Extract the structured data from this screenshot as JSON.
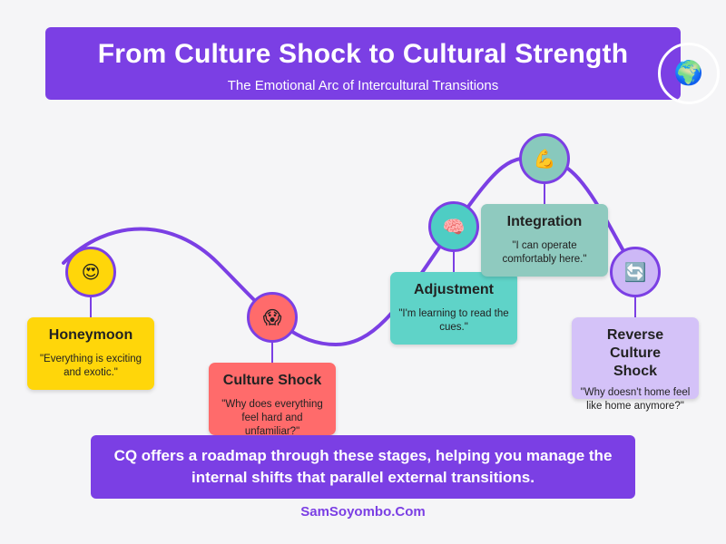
{
  "header": {
    "title": "From Culture Shock to Cultural Strength",
    "subtitle": "The Emotional Arc of Intercultural Transitions",
    "badge_icon": "globe-icon",
    "badge_glyph": "🌍"
  },
  "stages": [
    {
      "id": "honeymoon",
      "name": "Honeymoon",
      "quote": "\"Everything is exciting and exotic.\"",
      "icon": "smiling-heart-eyes-icon",
      "glyph": "😍",
      "node_color": "#ffd60a",
      "card_color": "#ffd60a"
    },
    {
      "id": "culture-shock",
      "name": "Culture Shock",
      "quote": "\"Why does everything feel hard and unfamiliar?\"",
      "icon": "shocked-face-icon",
      "glyph": "😱",
      "node_color": "#ff6b6b",
      "card_color": "#ff6b6b"
    },
    {
      "id": "adjustment",
      "name": "Adjustment",
      "quote": "\"I'm learning to read the cues.\"",
      "icon": "brain-icon",
      "glyph": "🧠",
      "node_color": "#4ecdc4",
      "card_color": "#5fd3c8"
    },
    {
      "id": "integration",
      "name": "Integration",
      "quote": "\"I can operate comfortably here.\"",
      "icon": "flexed-biceps-icon",
      "glyph": "💪",
      "node_color": "#88c9bd",
      "card_color": "#8fcabf"
    },
    {
      "id": "reverse-culture-shock",
      "name": "Reverse Culture Shock",
      "quote": "\"Why doesn't home feel like home anymore?\"",
      "icon": "shuffle-arrows-icon",
      "glyph": "🔄",
      "node_color": "#cdb8f6",
      "card_color": "#d4c2f8"
    }
  ],
  "footer": {
    "message": "CQ offers a roadmap through these stages, helping you manage the internal shifts that parallel external transitions.",
    "site": "SamSoyombo.Com"
  },
  "colors": {
    "accent": "#7b3fe4",
    "background": "#f5f5f7"
  }
}
